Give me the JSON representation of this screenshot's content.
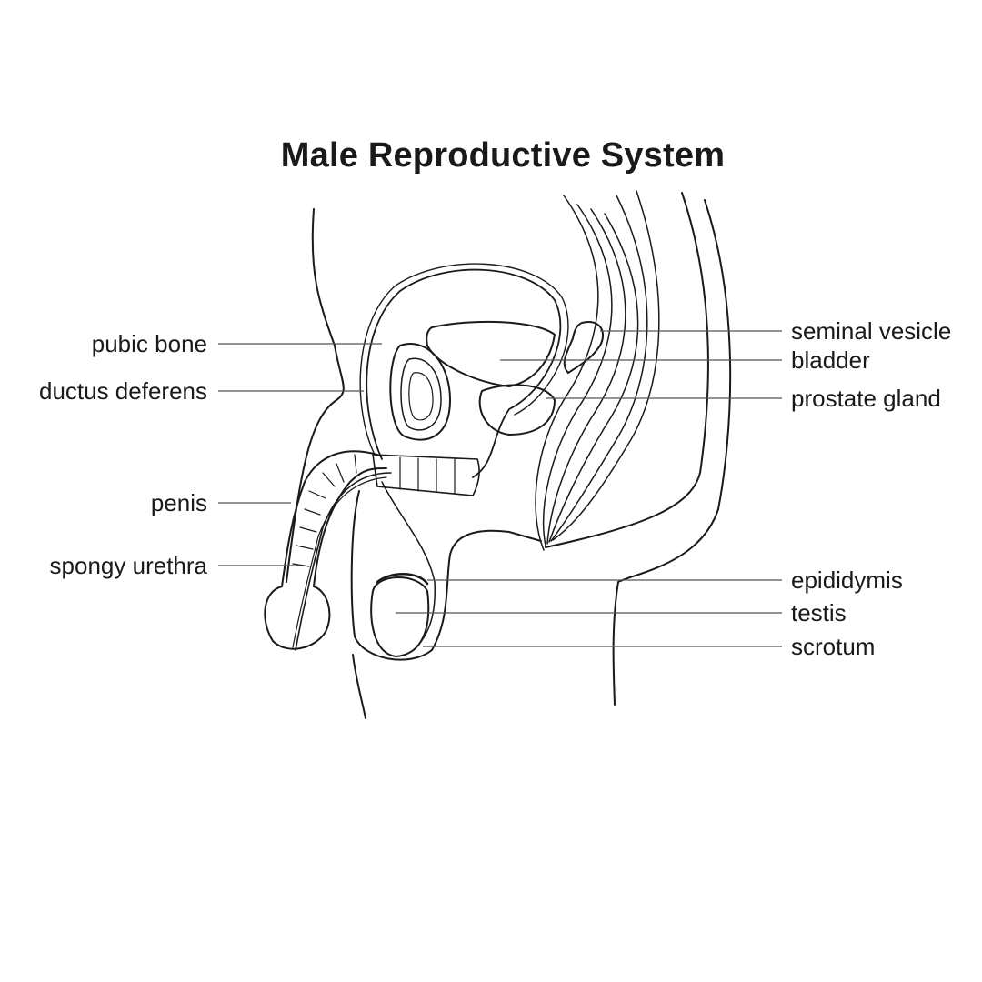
{
  "title": "Male Reproductive System",
  "labels_left": [
    {
      "id": "pubic-bone",
      "text": "pubic bone"
    },
    {
      "id": "ductus-deferens",
      "text": "ductus deferens"
    },
    {
      "id": "penis",
      "text": "penis"
    },
    {
      "id": "spongy-urethra",
      "text": "spongy urethra"
    }
  ],
  "labels_right": [
    {
      "id": "seminal-vesicle",
      "text": "seminal vesicle"
    },
    {
      "id": "bladder",
      "text": "bladder"
    },
    {
      "id": "prostate-gland",
      "text": "prostate gland"
    },
    {
      "id": "epididymis",
      "text": "epididymis"
    },
    {
      "id": "testis",
      "text": "testis"
    },
    {
      "id": "scrotum",
      "text": "scrotum"
    }
  ],
  "colors": {
    "ink": "#1a1a1a",
    "leader": "#555555"
  }
}
